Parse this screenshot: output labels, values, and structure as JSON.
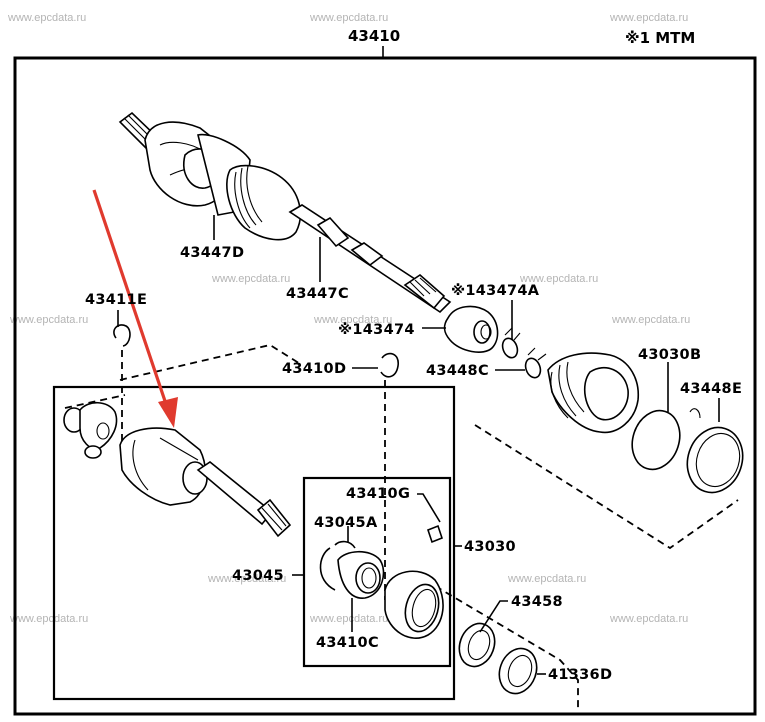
{
  "diagram": {
    "title": "43410",
    "note": "※1 MTM",
    "watermark": "www.epcdata.ru",
    "colors": {
      "arrow": "#e03a2e",
      "line": "#000000",
      "watermark": "#b4b4b4"
    },
    "labels": {
      "p43447D": "43447D",
      "p43447C": "43447C",
      "p43474A": "※143474A",
      "p43474": "※143474",
      "p43411E": "43411E",
      "p43410D": "43410D",
      "p43448C": "43448C",
      "p43030B": "43030B",
      "p43448E": "43448E",
      "p43410G": "43410G",
      "p43045A": "43045A",
      "p43030": "43030",
      "p43045": "43045",
      "p43410C": "43410C",
      "p43458": "43458",
      "p41336D": "41336D"
    }
  }
}
